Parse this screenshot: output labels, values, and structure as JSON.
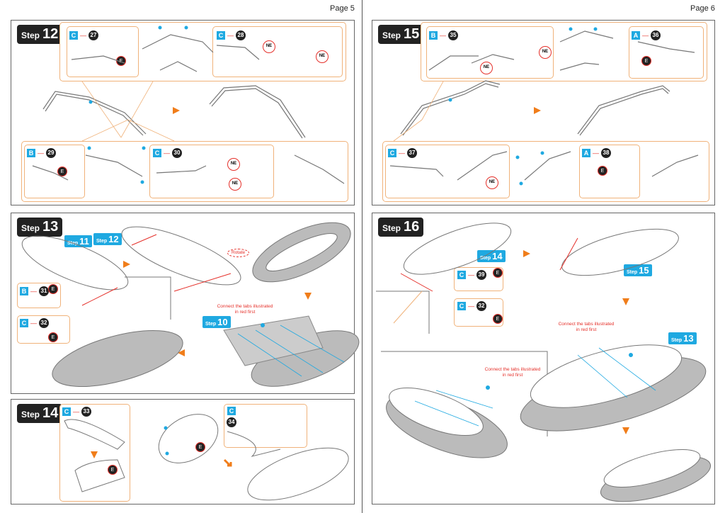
{
  "pages": [
    {
      "label": "Page 5"
    },
    {
      "label": "Page 6"
    }
  ],
  "step_word": "Step",
  "steps": {
    "s12": {
      "number": "12",
      "callouts": [
        {
          "letter": "C",
          "part": "27"
        },
        {
          "letter": "C",
          "part": "28"
        },
        {
          "letter": "B",
          "part": "29"
        },
        {
          "letter": "C",
          "part": "30"
        }
      ]
    },
    "s13": {
      "number": "13",
      "callouts": [
        {
          "letter": "B",
          "part": "31"
        },
        {
          "letter": "C",
          "part": "32"
        }
      ],
      "refs": [
        "11",
        "12",
        "10"
      ],
      "rotate": "Rotate",
      "note": "Connect the tabs illustrated in red first"
    },
    "s14": {
      "number": "14",
      "callouts": [
        {
          "letter": "C",
          "part": "33"
        },
        {
          "letter": "C",
          "part": "34"
        }
      ]
    },
    "s15": {
      "number": "15",
      "callouts": [
        {
          "letter": "B",
          "part": "35"
        },
        {
          "letter": "A",
          "part": "36"
        },
        {
          "letter": "C",
          "part": "37"
        },
        {
          "letter": "A",
          "part": "38"
        }
      ]
    },
    "s16": {
      "number": "16",
      "callouts": [
        {
          "letter": "C",
          "part": "39"
        },
        {
          "letter": "C",
          "part": "32"
        }
      ],
      "refs": [
        "14",
        "15",
        "13"
      ],
      "note": "Connect the tabs illustrated in red first"
    }
  },
  "markers": {
    "bend": "E",
    "ne": "NE"
  },
  "colors": {
    "accent": "#f07d1a",
    "callout_blue": "#1fa9e1",
    "red": "#e5302a",
    "panel_border": "#666"
  }
}
